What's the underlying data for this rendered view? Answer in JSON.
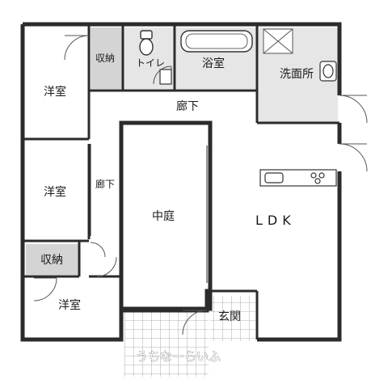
{
  "rooms": {
    "youshitsu_top": "洋室",
    "youshitsu_mid": "洋室",
    "youshitsu_bottom": "洋室",
    "shuunou_top": "収納",
    "shuunou_side": "収納",
    "toilet": "トイレ",
    "yokushitsu": "浴室",
    "senmenjo": "洗面所",
    "rouka_top": "廊下",
    "rouka_side": "廊下",
    "nakaniwa": "中庭",
    "ldk": "LDK",
    "genkan": "玄関"
  },
  "watermark": "うちなーらいふ",
  "colors": {
    "wall": "#2b2b2b",
    "wet_area": "#e6e6e6",
    "storage": "#d4d4d4",
    "tile": "#9a9a9a"
  }
}
